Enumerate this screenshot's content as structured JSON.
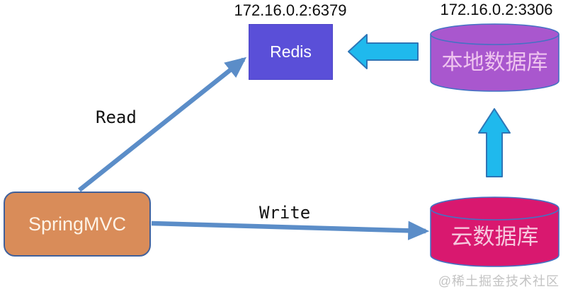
{
  "diagram": {
    "nodes": {
      "springmvc": {
        "label": "SpringMVC"
      },
      "redis": {
        "label": "Redis",
        "ip": "172.16.0.2:6379"
      },
      "local_db": {
        "label": "本地数据库",
        "ip": "172.16.0.2:3306"
      },
      "cloud_db": {
        "label": "云数据库"
      }
    },
    "edges": {
      "read": {
        "label": "Read",
        "from": "springmvc",
        "to": "redis"
      },
      "write": {
        "label": "Write",
        "from": "springmvc",
        "to": "cloud_db"
      },
      "local_db_to_redis": {
        "from": "local_db",
        "to": "redis"
      },
      "cloud_db_to_local_db": {
        "from": "cloud_db",
        "to": "local_db"
      }
    },
    "colors": {
      "redis_fill": "#5a4fd8",
      "springmvc_fill": "#d98c59",
      "local_db_fill": "#a957ce",
      "cloud_db_fill": "#d9186f",
      "cylinder_stroke": "#4472c4",
      "line_arrow": "#5b8dc8",
      "block_arrow_fill": "#1fb9ed",
      "block_arrow_stroke": "#2e75b6",
      "label_text": "#111111"
    }
  },
  "watermark": "@稀土掘金技术社区"
}
